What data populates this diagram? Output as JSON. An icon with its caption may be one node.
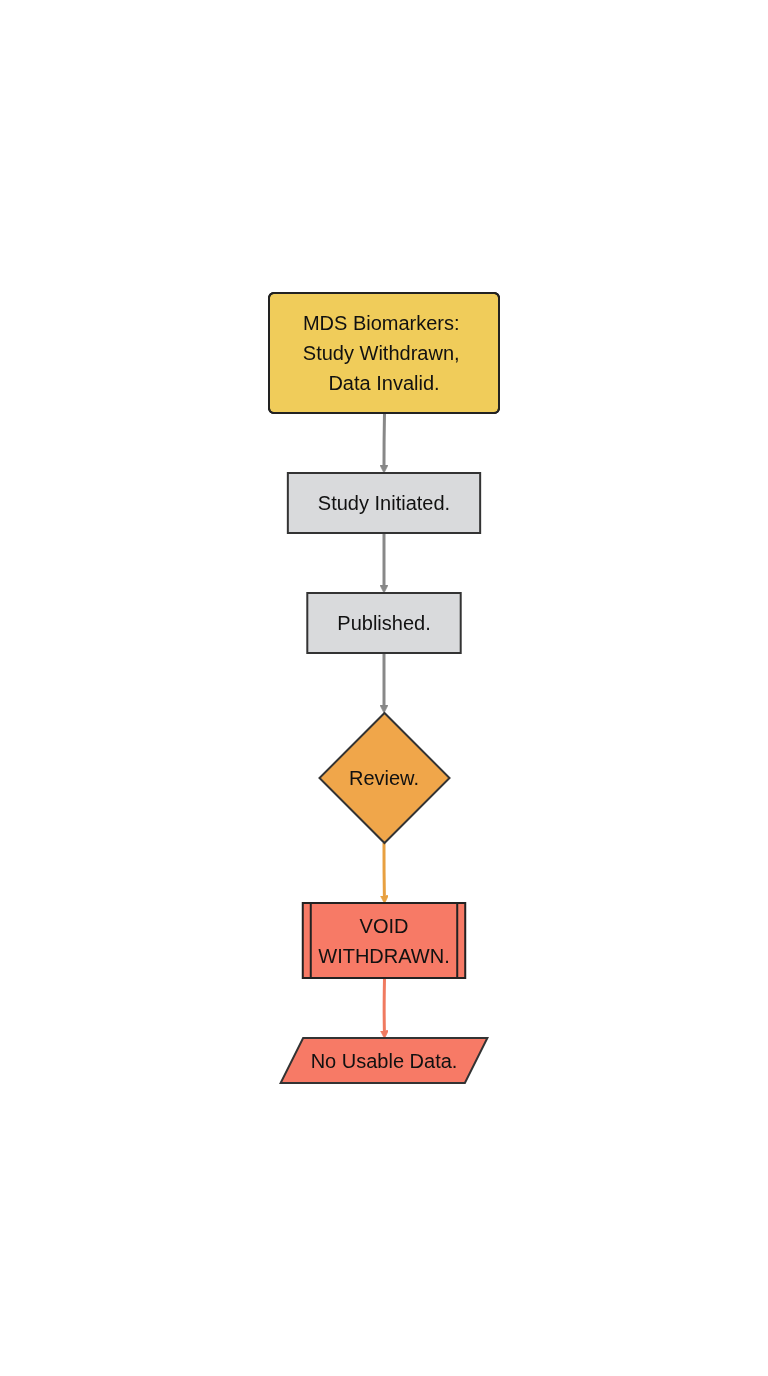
{
  "diagram": {
    "nodes": [
      {
        "text": [
          "MDS Biomarkers: Study Withdrawn, Data Invalid."
        ]
      },
      {
        "text": [
          "Study Initiated."
        ]
      },
      {
        "text": [
          "Published."
        ]
      },
      {
        "text": [
          "Review."
        ]
      },
      {
        "text": [
          "VOID",
          "WITHDRAWN."
        ]
      },
      {
        "text": [
          "No Usable Data."
        ]
      }
    ],
    "edges": [
      {
        "from": 0,
        "to": 1,
        "arrow": "to"
      },
      {
        "from": 1,
        "to": 2,
        "arrow": "to"
      },
      {
        "from": 2,
        "to": 3,
        "arrow": "to"
      },
      {
        "from": 3,
        "to": 4,
        "arrow": "to",
        "color": "#e8a040"
      },
      {
        "from": 4,
        "to": 5,
        "arrow": "to",
        "color": "#f07a60"
      }
    ]
  }
}
